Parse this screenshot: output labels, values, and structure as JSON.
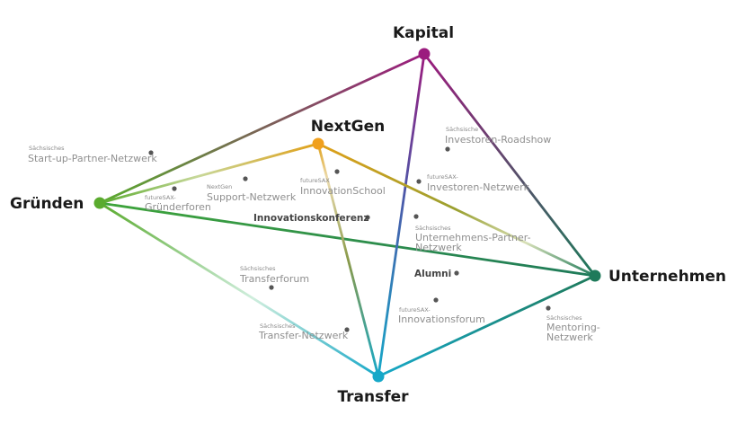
{
  "nodes": {
    "kapital": {
      "label": "Kapital",
      "color": "#9b1b7e"
    },
    "nextgen": {
      "label": "NextGen",
      "color": "#f0a01e"
    },
    "gruenden": {
      "label": "Gründen",
      "color": "#5aab2e"
    },
    "unternehmen": {
      "label": "Unternehmen",
      "color": "#1e7a5a"
    },
    "transfer": {
      "label": "Transfer",
      "color": "#16a8c8"
    }
  },
  "items": {
    "startup": {
      "small": "Sächsisches",
      "big": "Start-up-Partner-Netzwerk"
    },
    "gruenderforen": {
      "small": "futureSAX-",
      "big": "Gründerforen"
    },
    "support": {
      "small": "NextGen",
      "big": "Support-Netzwerk"
    },
    "innovationschool": {
      "small": "futureSAX",
      "big": "InnovationSchool"
    },
    "roadshow": {
      "small": "Sächsische",
      "big": "Investoren-Roadshow"
    },
    "investoren": {
      "small": "futureSAX-",
      "big": "Investoren-Netzwerk"
    },
    "konferenz": {
      "big": "Innovationskonferenz"
    },
    "unternehmenspartner": {
      "small": "Sächsisches",
      "big1": "Unternehmens-Partner-",
      "big2": "Netzwerk"
    },
    "transferforum": {
      "small": "Sächsisches",
      "big": "Transferforum"
    },
    "alumni": {
      "big": "Alumni"
    },
    "innovationsforum": {
      "small": "futureSAX-",
      "big": "Innovationsforum"
    },
    "transfernetzwerk": {
      "small": "Sächsisches",
      "big": "Transfer-Netzwerk"
    },
    "mentoring": {
      "small": "Sächsisches",
      "big1": "Mentoring-",
      "big2": "Netzwerk"
    }
  }
}
